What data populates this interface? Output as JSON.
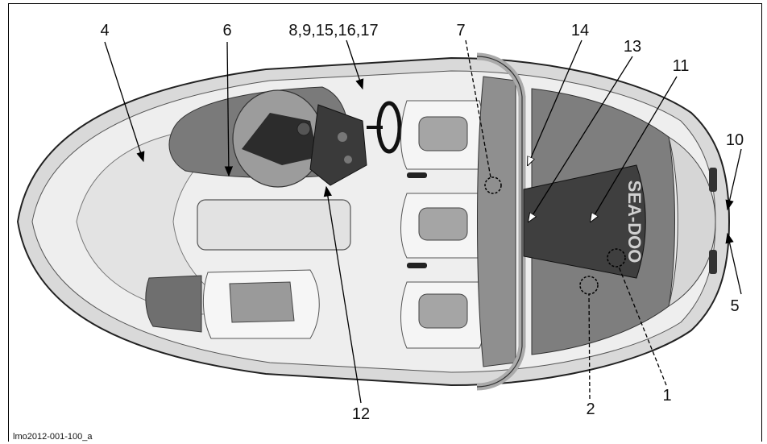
{
  "figure": {
    "reference_code": "lmo2012-001-100_a",
    "callouts": [
      {
        "id": "c4",
        "label": "4"
      },
      {
        "id": "c6",
        "label": "6"
      },
      {
        "id": "c8",
        "label": "8,9,15,16,17"
      },
      {
        "id": "c7",
        "label": "7"
      },
      {
        "id": "c14",
        "label": "14"
      },
      {
        "id": "c13",
        "label": "13"
      },
      {
        "id": "c11",
        "label": "11"
      },
      {
        "id": "c10",
        "label": "10"
      },
      {
        "id": "c5",
        "label": "5"
      },
      {
        "id": "c1",
        "label": "1"
      },
      {
        "id": "c2",
        "label": "2"
      },
      {
        "id": "c12",
        "label": "12"
      }
    ],
    "logo_text": "SEA-DOO"
  }
}
